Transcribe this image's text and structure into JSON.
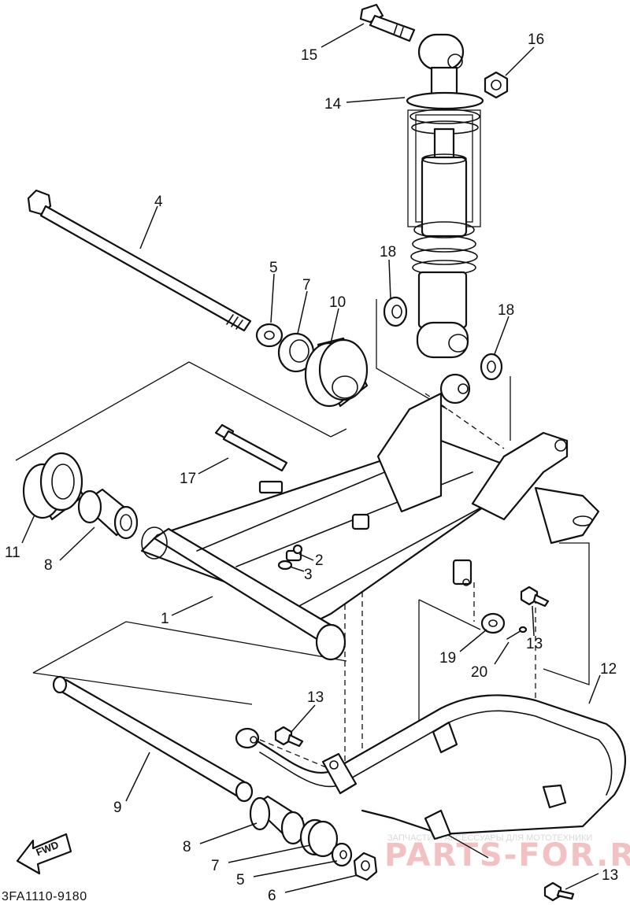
{
  "diagram": {
    "callouts": [
      {
        "id": "c15",
        "text": "15"
      },
      {
        "id": "c16",
        "text": "16"
      },
      {
        "id": "c14",
        "text": "14"
      },
      {
        "id": "c4",
        "text": "4"
      },
      {
        "id": "c18a",
        "text": "18"
      },
      {
        "id": "c5a",
        "text": "5"
      },
      {
        "id": "c7a",
        "text": "7"
      },
      {
        "id": "c10",
        "text": "10"
      },
      {
        "id": "c18b",
        "text": "18"
      },
      {
        "id": "c17",
        "text": "17"
      },
      {
        "id": "c11",
        "text": "11"
      },
      {
        "id": "c8a",
        "text": "8"
      },
      {
        "id": "c2",
        "text": "2"
      },
      {
        "id": "c3",
        "text": "3"
      },
      {
        "id": "c1",
        "text": "1"
      },
      {
        "id": "c19",
        "text": "19"
      },
      {
        "id": "c13a",
        "text": "13"
      },
      {
        "id": "c20",
        "text": "20"
      },
      {
        "id": "c12",
        "text": "12"
      },
      {
        "id": "c13b",
        "text": "13"
      },
      {
        "id": "c9",
        "text": "9"
      },
      {
        "id": "c8b",
        "text": "8"
      },
      {
        "id": "c7b",
        "text": "7"
      },
      {
        "id": "c5b",
        "text": "5"
      },
      {
        "id": "c6",
        "text": "6"
      },
      {
        "id": "c13c",
        "text": "13"
      }
    ],
    "fwd_label": "FWD",
    "drawing_code": "3FA1110-9180"
  },
  "watermark": {
    "top_text": "ЗАПЧАСТИ И АКСЕССУАРЫ ДЛЯ МОТОТЕХНИКИ",
    "main_text": "PARTS-FOR.RU"
  }
}
